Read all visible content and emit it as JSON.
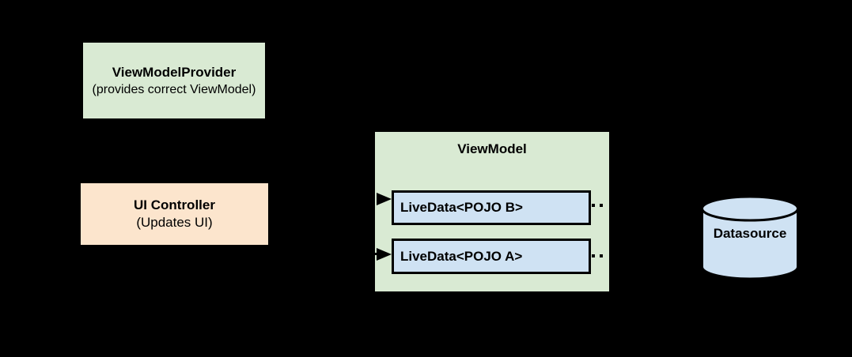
{
  "diagram": {
    "background": "#000000",
    "connector_color": "#000000",
    "viewmodel_provider": {
      "title": "ViewModelProvider",
      "subtitle": "(provides correct ViewModel)",
      "fill": "#d9ead3"
    },
    "ui_controller": {
      "title": "UI Controller",
      "subtitle": "(Updates UI)",
      "fill": "#fce5cd"
    },
    "viewmodel": {
      "title": "ViewModel",
      "fill": "#d9ead3",
      "item_fill": "#cfe2f3",
      "livedata_items": [
        {
          "label": "LiveData<POJO B>"
        },
        {
          "label": "LiveData<POJO A>"
        }
      ]
    },
    "datasource": {
      "label": "Datasource",
      "fill": "#cfe2f3"
    }
  }
}
